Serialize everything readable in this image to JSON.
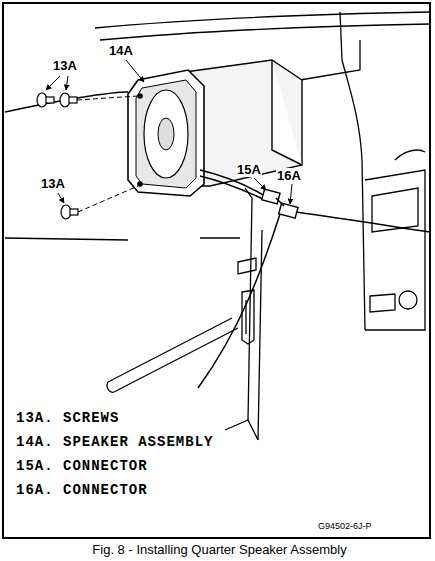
{
  "diagram": {
    "caption": "Fig. 8 - Installing Quarter Speaker Assembly",
    "labels": [
      "13A",
      "14A",
      "13A",
      "15A",
      "16A",
      "13A. SCREWS",
      "14A. SPEAKER ASSEMBLY",
      "15A. CONNECTOR",
      "16A. CONNECTOR",
      "G94502-6J-P"
    ]
  }
}
